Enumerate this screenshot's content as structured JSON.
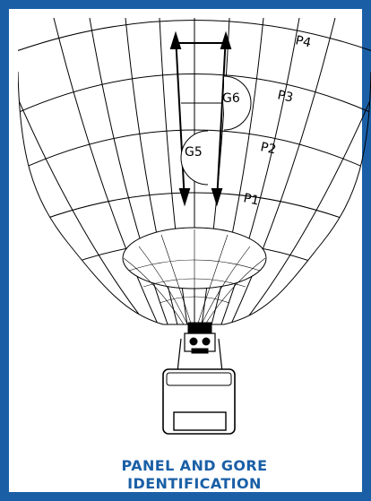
{
  "labels": {
    "p1": "P1",
    "p2": "P2",
    "p3": "P3",
    "p4": "P4",
    "g5": "G5",
    "g6": "G6"
  },
  "caption": {
    "line1": "PANEL AND GORE",
    "line2": "IDENTIFICATION"
  },
  "colors": {
    "frame": "#1a5fa6",
    "caption": "#1a5fa6",
    "line": "#000000"
  }
}
